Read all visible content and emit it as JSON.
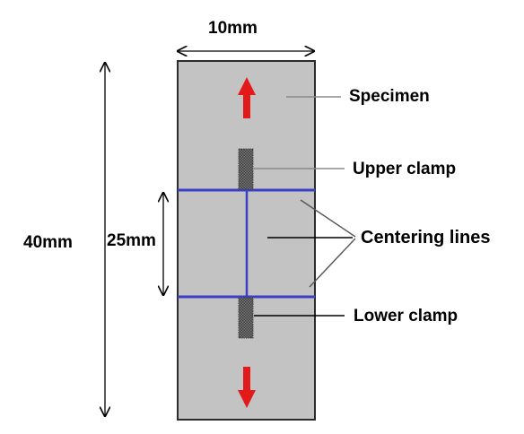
{
  "dimensions": {
    "width_label": "10mm",
    "length_label": "40mm",
    "gauge_label": "25mm"
  },
  "callouts": {
    "specimen": "Specimen",
    "upper_clamp": "Upper clamp",
    "centering_lines": "Centering lines",
    "lower_clamp": "Lower clamp"
  },
  "colors": {
    "specimen_fill": "#c3c3c3",
    "specimen_border": "#2b2b2b",
    "centering_line": "#3a3fc6",
    "arrow": "#e21a1a",
    "clamp": "#5c5c5c",
    "leader": "#8a8a8a",
    "text": "#000000"
  },
  "arrows": {
    "top": "arrow-up",
    "bottom": "arrow-down"
  }
}
